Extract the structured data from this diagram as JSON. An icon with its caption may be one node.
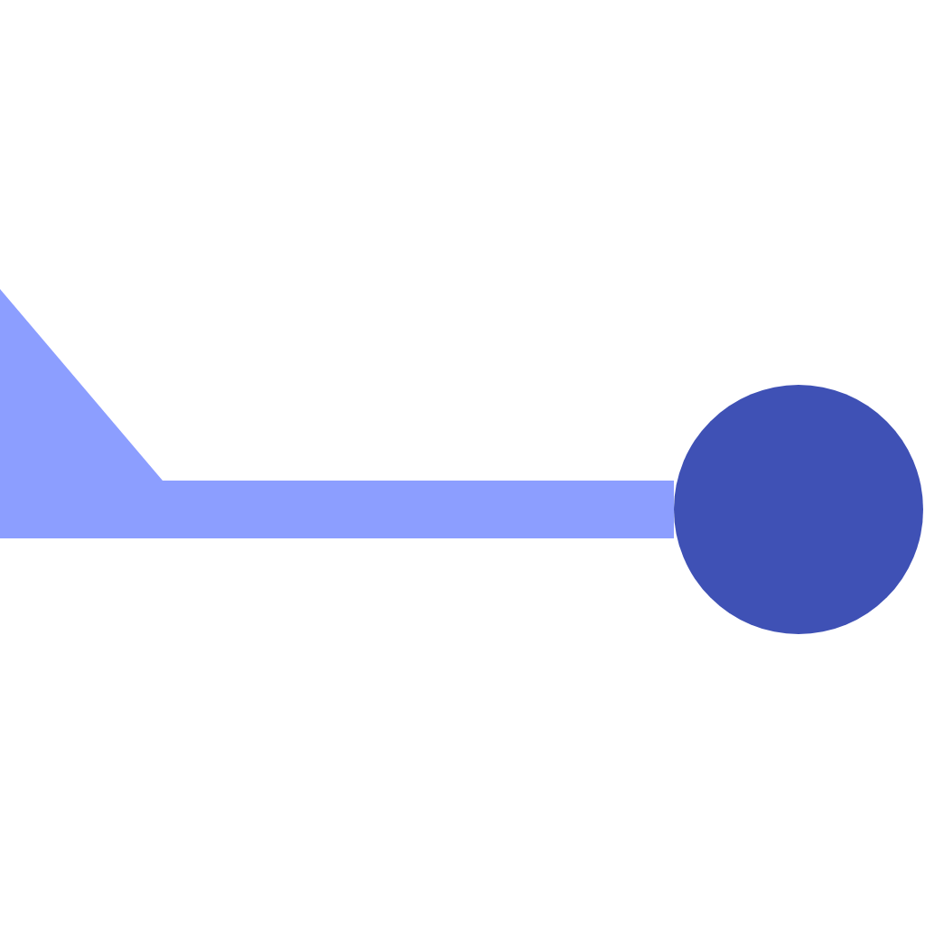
{
  "diagram": {
    "nodes": [
      {
        "text": [],
        "shape": "triangle"
      },
      {
        "text": [],
        "shape": "circle"
      }
    ],
    "edges": [
      {
        "from": 0,
        "to": 1,
        "arrow": "none"
      }
    ]
  }
}
